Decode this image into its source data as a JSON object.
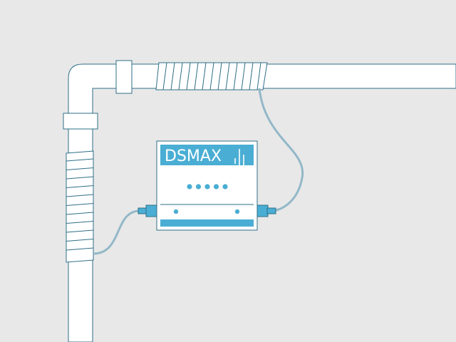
{
  "device": {
    "brand": "DSMAX",
    "indicator_count": 5,
    "port_count": 2
  },
  "colors": {
    "background": "#e8e8e8",
    "pipe_fill": "#ffffff",
    "outline": "#2e6f87",
    "accent": "#4aaed4",
    "cable": "#93b8c8"
  }
}
